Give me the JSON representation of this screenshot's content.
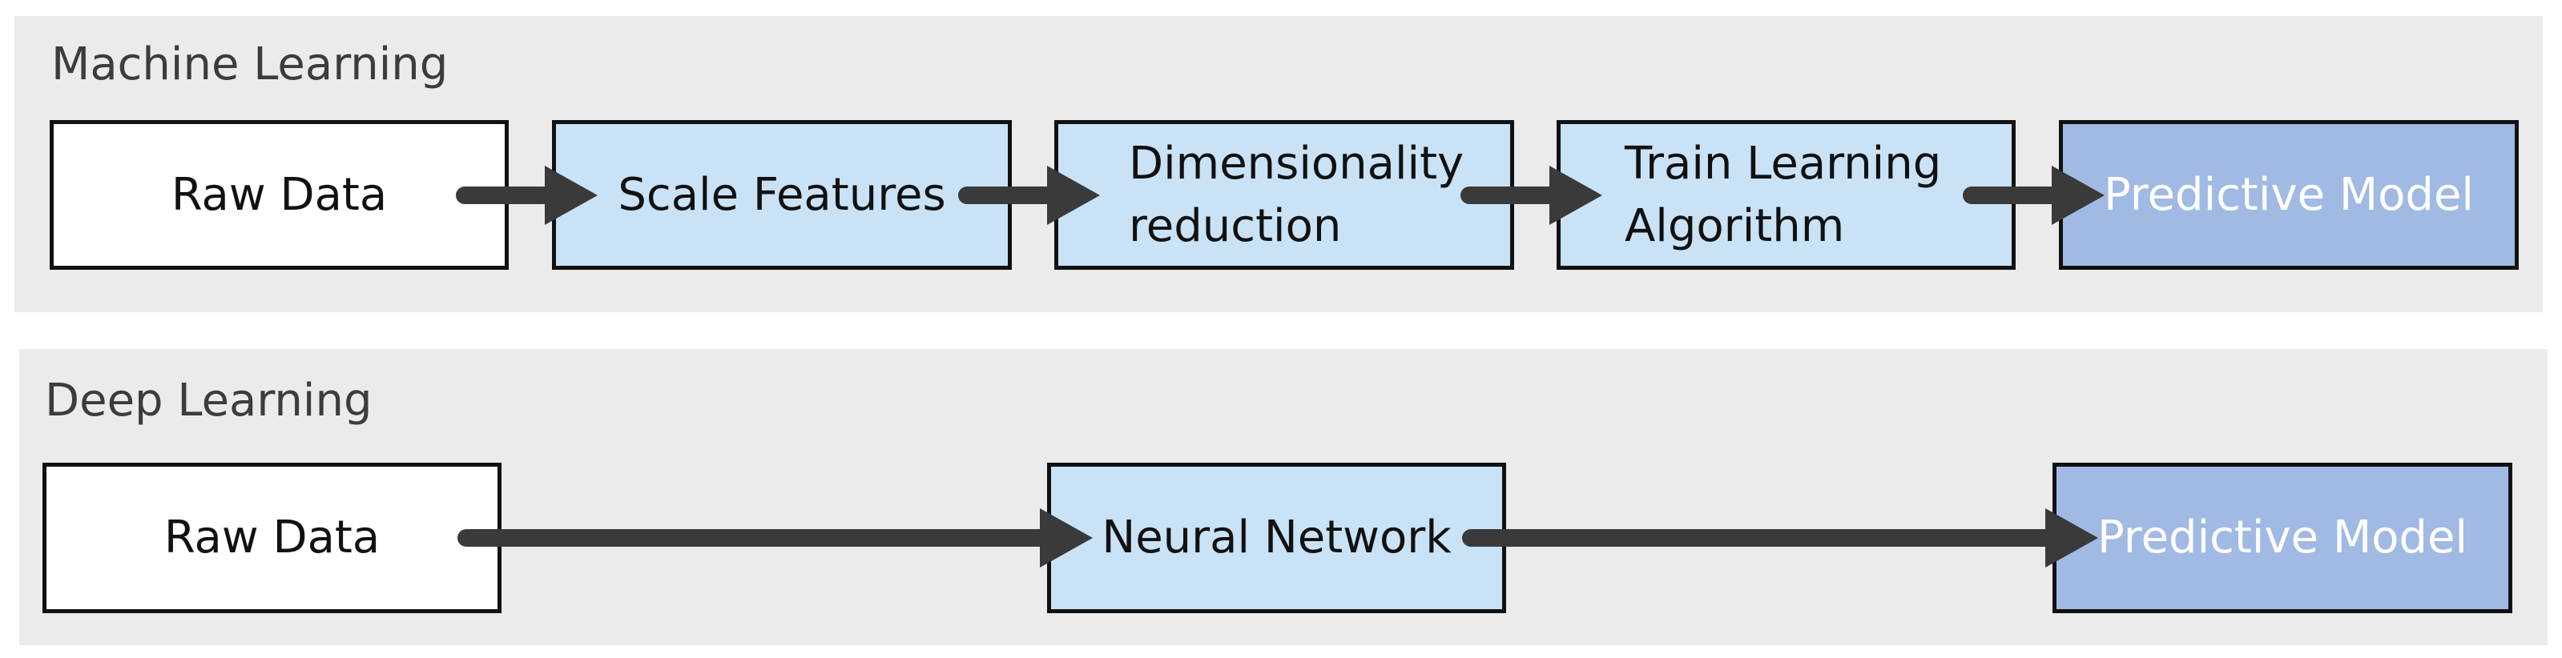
{
  "panels": {
    "ml": {
      "title": "Machine Learning",
      "nodes": [
        "Raw Data",
        "Scale Features",
        "Dimensionality\nreduction",
        "Train Learning\nAlgorithm",
        "Predictive Model"
      ]
    },
    "dl": {
      "title": "Deep Learning",
      "nodes": [
        "Raw Data",
        "Neural Network",
        "Predictive Model"
      ]
    }
  },
  "colors": {
    "panel_bg": "#ebebeb",
    "raw_fill": "#ffffff",
    "step_fill": "#c9e2f6",
    "model_fill": "#a1bae4",
    "model_text": "#ffffff",
    "arrow": "#3a3a3a",
    "border": "#111111"
  }
}
